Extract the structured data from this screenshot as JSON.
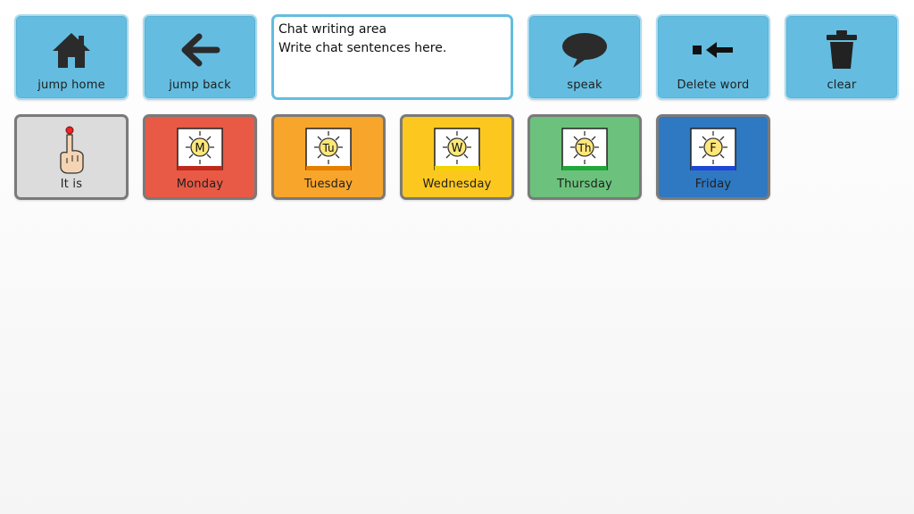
{
  "colors": {
    "nav_bg": "#64bde0",
    "nav_border": "#a9dbef",
    "word_border": "#7a7a7a",
    "it_is_bg": "#dcdcdc",
    "monday_bg": "#e85a45",
    "tuesday_bg": "#f8a52c",
    "wednesday_bg": "#fcc820",
    "thursday_bg": "#6cc27c",
    "friday_bg": "#2f78c2"
  },
  "toolbar": {
    "jump_home": {
      "label": "jump home",
      "icon": "house-icon"
    },
    "jump_back": {
      "label": "jump back",
      "icon": "arrow-left-icon"
    },
    "speak": {
      "label": "speak",
      "icon": "speech-bubble-icon"
    },
    "delete_word": {
      "label": "Delete word",
      "icon": "backspace-arrow-icon"
    },
    "clear": {
      "label": "clear",
      "icon": "trash-can-icon"
    }
  },
  "chat": {
    "line1": "Chat writing area",
    "line2": "Write chat sentences here."
  },
  "words": {
    "it_is": {
      "label": "It is",
      "icon": "pointing-finger-icon"
    },
    "monday": {
      "label": "Monday",
      "letter": "M",
      "icon": "sun-calendar-icon"
    },
    "tuesday": {
      "label": "Tuesday",
      "letter": "Tu",
      "icon": "sun-calendar-icon"
    },
    "wednesday": {
      "label": "Wednesday",
      "letter": "W",
      "icon": "sun-calendar-icon"
    },
    "thursday": {
      "label": "Thursday",
      "letter": "Th",
      "icon": "sun-calendar-icon"
    },
    "friday": {
      "label": "Friday",
      "letter": "F",
      "icon": "sun-calendar-icon"
    }
  }
}
